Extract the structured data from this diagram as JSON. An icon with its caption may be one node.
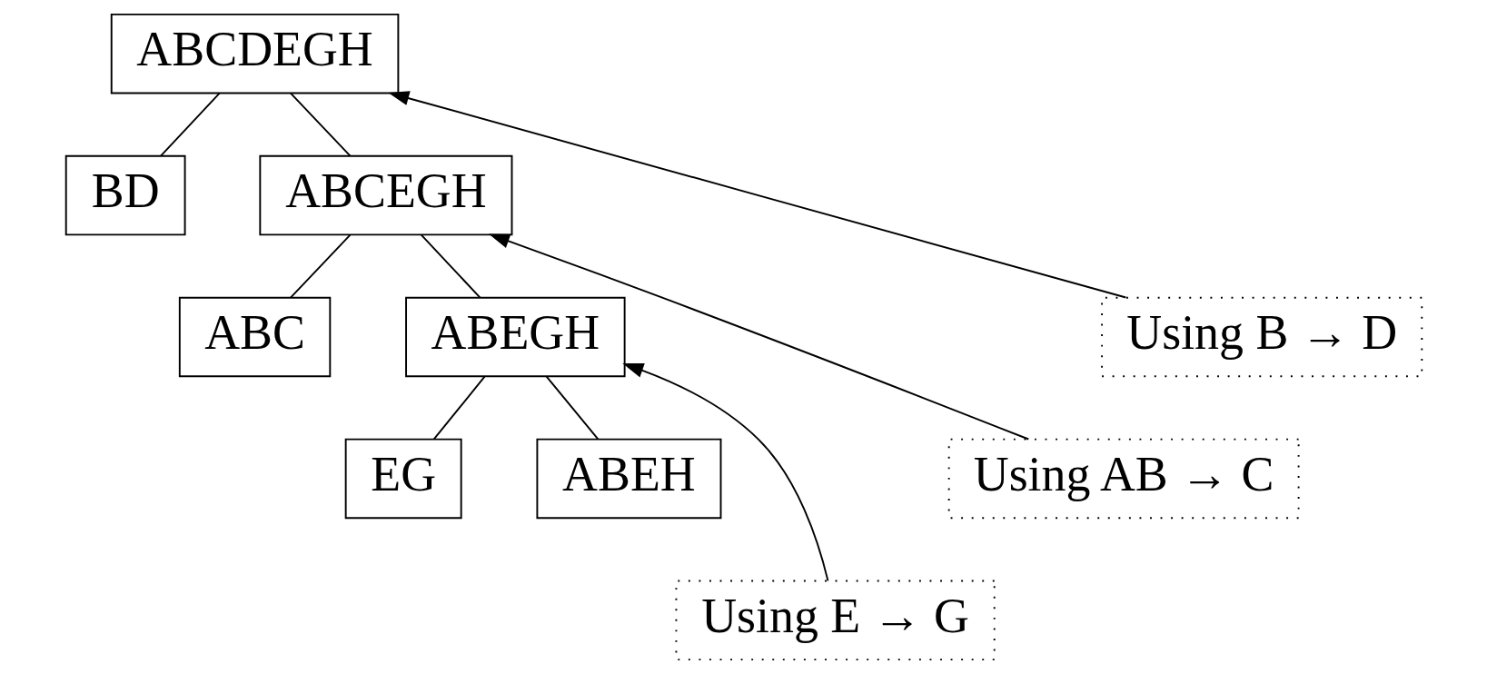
{
  "diagram": {
    "nodes": [
      {
        "text": [
          "ABCDEGH"
        ]
      },
      {
        "text": [
          "BD"
        ]
      },
      {
        "text": [
          "ABCEGH"
        ]
      },
      {
        "text": [
          "Using B → D"
        ]
      },
      {
        "text": [
          "ABC"
        ]
      },
      {
        "text": [
          "ABEGH"
        ]
      },
      {
        "text": [
          "Using AB → C"
        ]
      },
      {
        "text": [
          "EG"
        ]
      },
      {
        "text": [
          "ABEH"
        ]
      },
      {
        "text": [
          "Using E → G"
        ]
      }
    ],
    "edges": [
      {
        "from": 0,
        "to": 1,
        "arrow": "none"
      },
      {
        "from": 0,
        "to": 2,
        "arrow": "none"
      },
      {
        "from": 3,
        "to": 0,
        "arrow": "to"
      },
      {
        "from": 2,
        "to": 4,
        "arrow": "none"
      },
      {
        "from": 2,
        "to": 5,
        "arrow": "none"
      },
      {
        "from": 6,
        "to": 2,
        "arrow": "to"
      },
      {
        "from": 5,
        "to": 7,
        "arrow": "none"
      },
      {
        "from": 5,
        "to": 8,
        "arrow": "none"
      },
      {
        "from": 9,
        "to": 5,
        "arrow": "to"
      }
    ]
  }
}
